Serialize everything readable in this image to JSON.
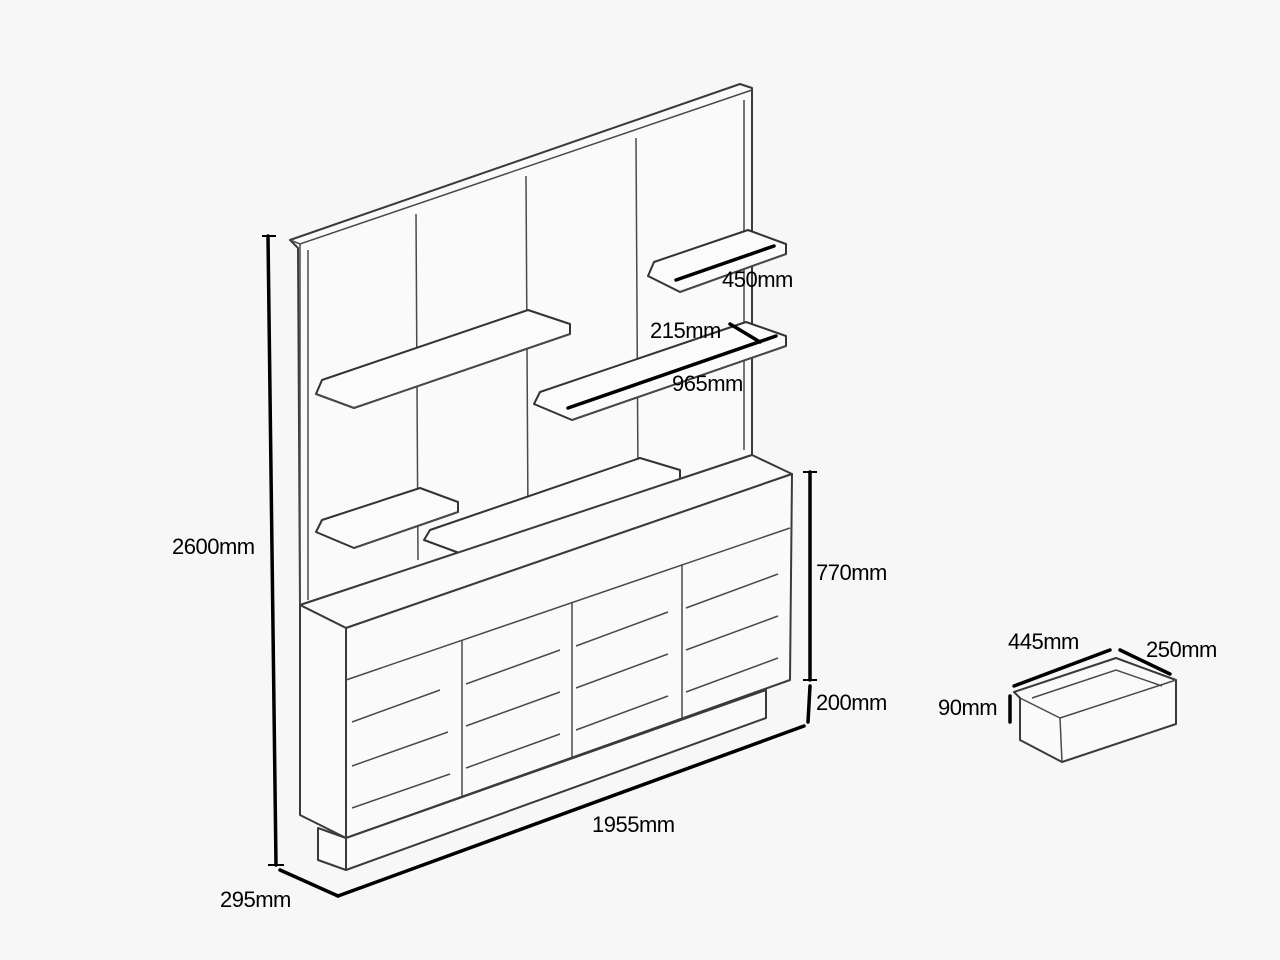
{
  "dimensions": {
    "height": "2600mm",
    "depth": "295mm",
    "width": "1955mm",
    "cabinet_height": "770mm",
    "plinth_height": "200mm",
    "small_shelf_length": "450mm",
    "shelf_depth": "215mm",
    "long_shelf_length": "965mm",
    "drawer_width": "445mm",
    "drawer_depth": "250mm",
    "drawer_height": "90mm"
  }
}
